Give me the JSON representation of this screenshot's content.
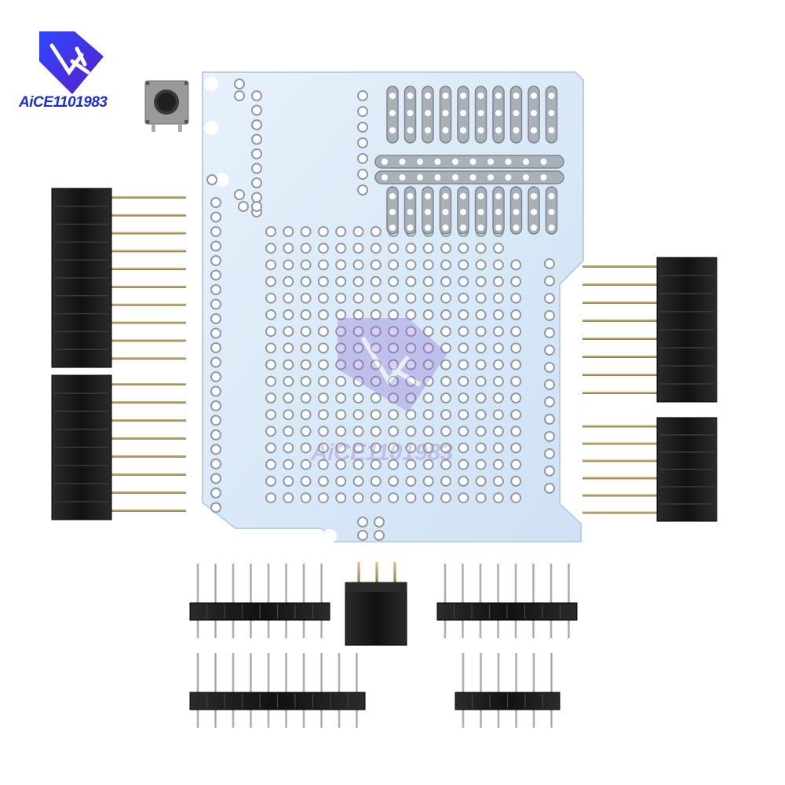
{
  "brand": {
    "logo_text": "AiCE1101983",
    "watermark_text": "AiCE1101983",
    "logo_color": "#1b2fd4"
  },
  "colors": {
    "board": "#d9e9f8",
    "board_edge": "#b9cfe4",
    "hole_ring": "#8f9aa6",
    "hole": "#ffffff",
    "header_body": "#1a1a1a",
    "pin_gold": "#b8a06a",
    "pin_silver": "#c9c9c9"
  },
  "components": {
    "female_headers": [
      {
        "id": "left-top",
        "pins": 10
      },
      {
        "id": "left-bottom",
        "pins": 8
      },
      {
        "id": "right-top",
        "pins": 8
      },
      {
        "id": "right-bottom",
        "pins": 6
      }
    ],
    "male_headers": [
      {
        "id": "top-left",
        "pins": 8
      },
      {
        "id": "bottom-left",
        "pins": 10
      },
      {
        "id": "top-right",
        "pins": 8
      },
      {
        "id": "bottom-right",
        "pins": 6
      }
    ],
    "small_female_header": {
      "pins": 3
    },
    "push_button": {
      "icon": "tact-switch-icon"
    }
  }
}
